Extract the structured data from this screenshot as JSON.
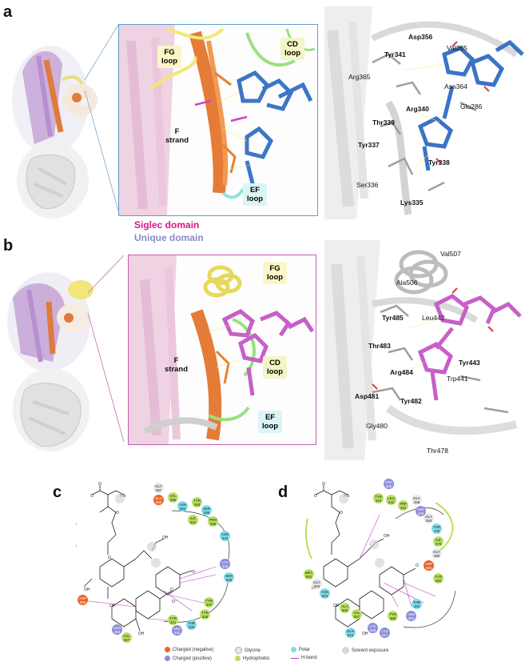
{
  "panel_a": {
    "letter": "a",
    "loops": {
      "fg": "FG\nloop",
      "cd": "CD\nloop",
      "ef": "EF\nloop",
      "f": "F\nstrand"
    },
    "residues": [
      {
        "t": "Asp356",
        "b": true
      },
      {
        "t": "Val285",
        "b": false
      },
      {
        "t": "Tyr341",
        "b": true
      },
      {
        "t": "Arg365",
        "b": false
      },
      {
        "t": "Asn364",
        "b": false
      },
      {
        "t": "Arg340",
        "b": true
      },
      {
        "t": "Glu286",
        "b": false
      },
      {
        "t": "Thr339",
        "b": true
      },
      {
        "t": "Tyr337",
        "b": true
      },
      {
        "t": "Tyr338",
        "b": true
      },
      {
        "t": "Ser336",
        "b": false
      },
      {
        "t": "Lys335",
        "b": true
      }
    ]
  },
  "legend": {
    "siglec": "Siglec domain",
    "unique": "Unique domain",
    "siglec_color": "#d8168a",
    "unique_color": "#8a8ac8"
  },
  "panel_b": {
    "letter": "b",
    "loops": {
      "fg": "FG\nloop",
      "cd": "CD\nloop",
      "ef": "EF\nloop",
      "f": "F\nstrand"
    },
    "residues": [
      {
        "t": "Val507",
        "b": false
      },
      {
        "t": "Ala506",
        "b": false
      },
      {
        "t": "Tyr485",
        "b": true
      },
      {
        "t": "Leu442",
        "b": false
      },
      {
        "t": "Thr483",
        "b": true
      },
      {
        "t": "Tyr443",
        "b": true
      },
      {
        "t": "Arg484",
        "b": true
      },
      {
        "t": "Trp441",
        "b": false
      },
      {
        "t": "Asp481",
        "b": true
      },
      {
        "t": "Tyr482",
        "b": true
      },
      {
        "t": "Gly480",
        "b": false
      },
      {
        "t": "Thr478",
        "b": false
      }
    ]
  },
  "panel_c": {
    "letter": "c",
    "residues": [
      {
        "n": "GLY\n287",
        "k": "gly"
      },
      {
        "n": "GLU\n286",
        "k": "neg"
      },
      {
        "n": "VAL\n285",
        "k": "hyd"
      },
      {
        "n": "ASN\n284",
        "k": "pol"
      },
      {
        "n": "TYR\n293",
        "k": "hyd"
      },
      {
        "n": "SER\n295",
        "k": "pol"
      },
      {
        "n": "ILE\n331",
        "k": "hyd"
      },
      {
        "n": "PRO\n296",
        "k": "hyd"
      },
      {
        "n": "ASN\n333",
        "k": "pol"
      },
      {
        "n": "LYS\n335",
        "k": "pos"
      },
      {
        "n": "SER\n336",
        "k": "pol"
      },
      {
        "n": "TYR\n337",
        "k": "hyd"
      },
      {
        "n": "TYR\n338",
        "k": "hyd"
      },
      {
        "n": "THR\n339",
        "k": "pol"
      },
      {
        "n": "ARG\n340",
        "k": "pos"
      },
      {
        "n": "TYR\n341",
        "k": "hyd"
      },
      {
        "n": "ASP\n356",
        "k": "neg"
      },
      {
        "n": "ARG\n365",
        "k": "pos"
      },
      {
        "n": "VAL\n367",
        "k": "hyd"
      }
    ]
  },
  "panel_d": {
    "letter": "d",
    "residues": [
      {
        "n": "ARG\n505",
        "k": "pos"
      },
      {
        "n": "TYR\n443",
        "k": "hyd"
      },
      {
        "n": "LEU\n442",
        "k": "hyd"
      },
      {
        "n": "TRP\n441",
        "k": "hyd"
      },
      {
        "n": "GLY\n448",
        "k": "gly"
      },
      {
        "n": "ARG\n449",
        "k": "pos"
      },
      {
        "n": "GLY\n450",
        "k": "gly"
      },
      {
        "n": "THR\n478",
        "k": "pol"
      },
      {
        "n": "ILE\n479",
        "k": "hyd"
      },
      {
        "n": "GLY\n480",
        "k": "gly"
      },
      {
        "n": "ASP\n481",
        "k": "neg"
      },
      {
        "n": "TYR\n482",
        "k": "hyd"
      },
      {
        "n": "THR\n483",
        "k": "pol"
      },
      {
        "n": "ARG\n484",
        "k": "pos"
      },
      {
        "n": "TYR\n485",
        "k": "hyd"
      },
      {
        "n": "MET\n502",
        "k": "hyd"
      },
      {
        "n": "GLY\n503",
        "k": "gly"
      },
      {
        "n": "ASN\n504",
        "k": "pol"
      },
      {
        "n": "ALA\n506",
        "k": "hyd"
      },
      {
        "n": "VAL\n507",
        "k": "hyd"
      },
      {
        "n": "LYS\n508",
        "k": "pos"
      },
      {
        "n": "GLN\n515",
        "k": "pol"
      },
      {
        "n": "LYS\n517",
        "k": "pos"
      }
    ]
  },
  "bottom_legend": {
    "charged_negative": "Charged (negative)",
    "charged_positive": "Charged (positive)",
    "glycine": "Glycine",
    "hydrophobic": "Hydrophobic",
    "polar": "Polar",
    "hbond": "H-bond",
    "solvent": "Solvent exposure",
    "colors": {
      "neg": "#e8642a",
      "pos": "#8c8cd8",
      "gly": "#e8e8e8",
      "hyd": "#b8e060",
      "pol": "#7fdcea"
    }
  }
}
